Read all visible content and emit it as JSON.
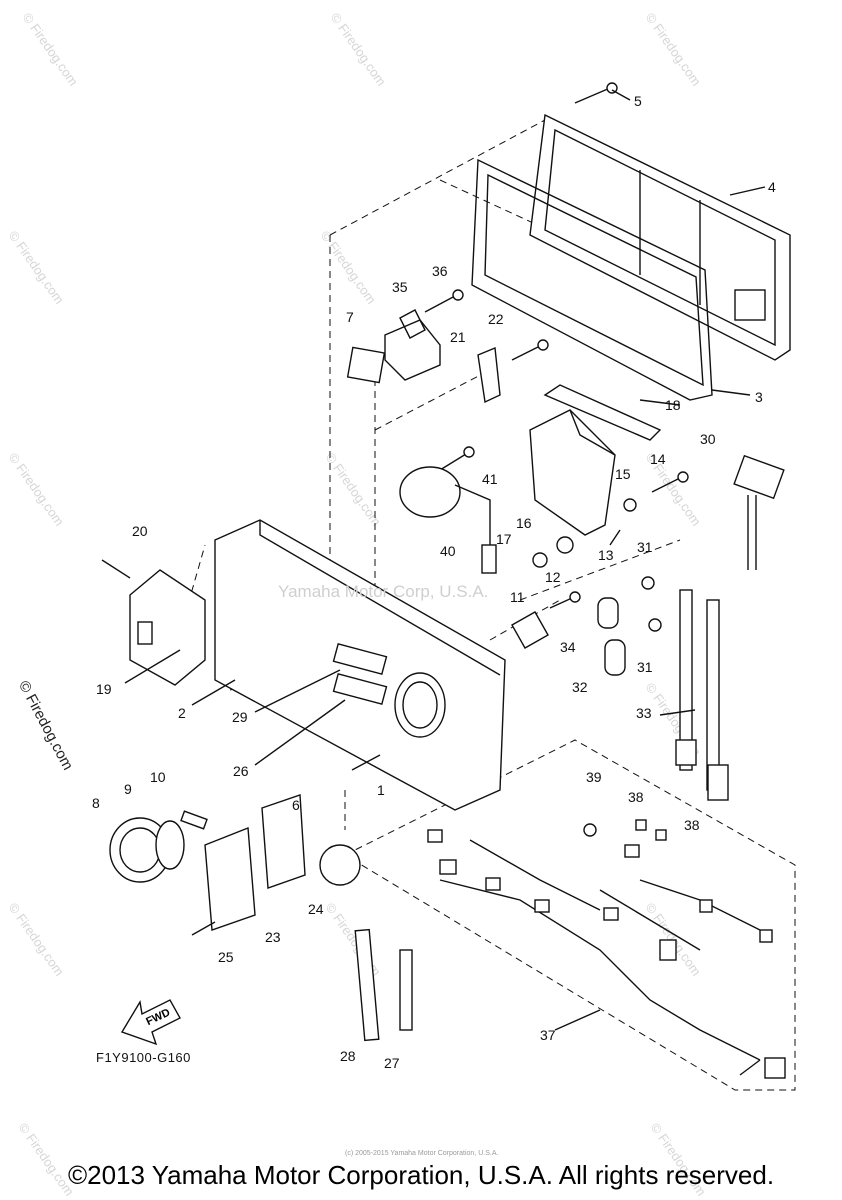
{
  "watermark": "© Firedog.com",
  "side_watermark": "© Firedog.com",
  "center_watermark": "Yamaha Motor Corp, U.S.A.",
  "diagram_code": "F1Y9100-G160",
  "fwd_label": "FWD",
  "copyright": "©2013 Yamaha Motor Corporation, U.S.A. All rights reserved.",
  "small_copyright": "(c) 2005-2015 Yamaha Motor Corporation, U.S.A.",
  "callouts": [
    "1",
    "2",
    "3",
    "4",
    "5",
    "6",
    "7",
    "8",
    "9",
    "10",
    "11",
    "12",
    "13",
    "14",
    "15",
    "16",
    "17",
    "18",
    "19",
    "20",
    "21",
    "22",
    "23",
    "24",
    "25",
    "26",
    "27",
    "28",
    "29",
    "30",
    "31",
    "31",
    "32",
    "33",
    "34",
    "35",
    "36",
    "37",
    "38",
    "38",
    "39",
    "40",
    "41"
  ]
}
